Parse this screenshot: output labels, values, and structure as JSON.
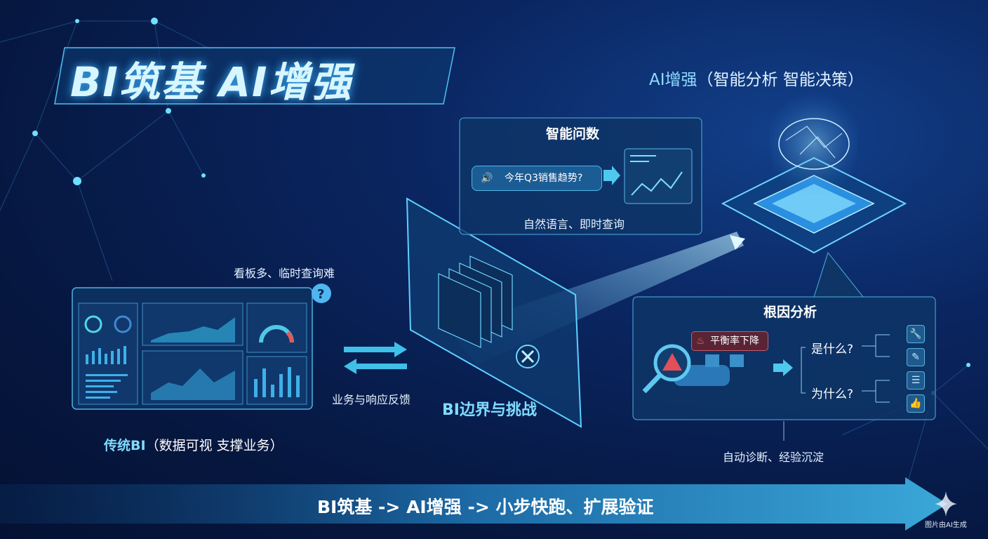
{
  "title": "BI筑基 AI增强",
  "ai_header": {
    "highlight": "AI增强",
    "rest": "（智能分析 智能决策）"
  },
  "smart_query": {
    "title": "智能问数",
    "question": "今年Q3销售趋势?",
    "caption": "自然语言、即时查询"
  },
  "traditional_bi": {
    "pain_point": "看板多、临时查询难",
    "caption_highlight": "传统BI",
    "caption_rest": "（数据可视 支撑业务）"
  },
  "feedback_label": "业务与响应反馈",
  "boundary_label": "BI边界与挑战",
  "root_cause": {
    "title": "根因分析",
    "alert": "平衡率下降",
    "what": "是什么?",
    "why": "为什么?",
    "caption": "自动诊断、经验沉淀"
  },
  "bottom_banner": "BI筑基 -> AI增强 -> 小步快跑、扩展验证",
  "watermark": "图片由AI生成",
  "colors": {
    "background": "#071a44",
    "accent": "#7fdcff",
    "alert": "#e0505a"
  }
}
